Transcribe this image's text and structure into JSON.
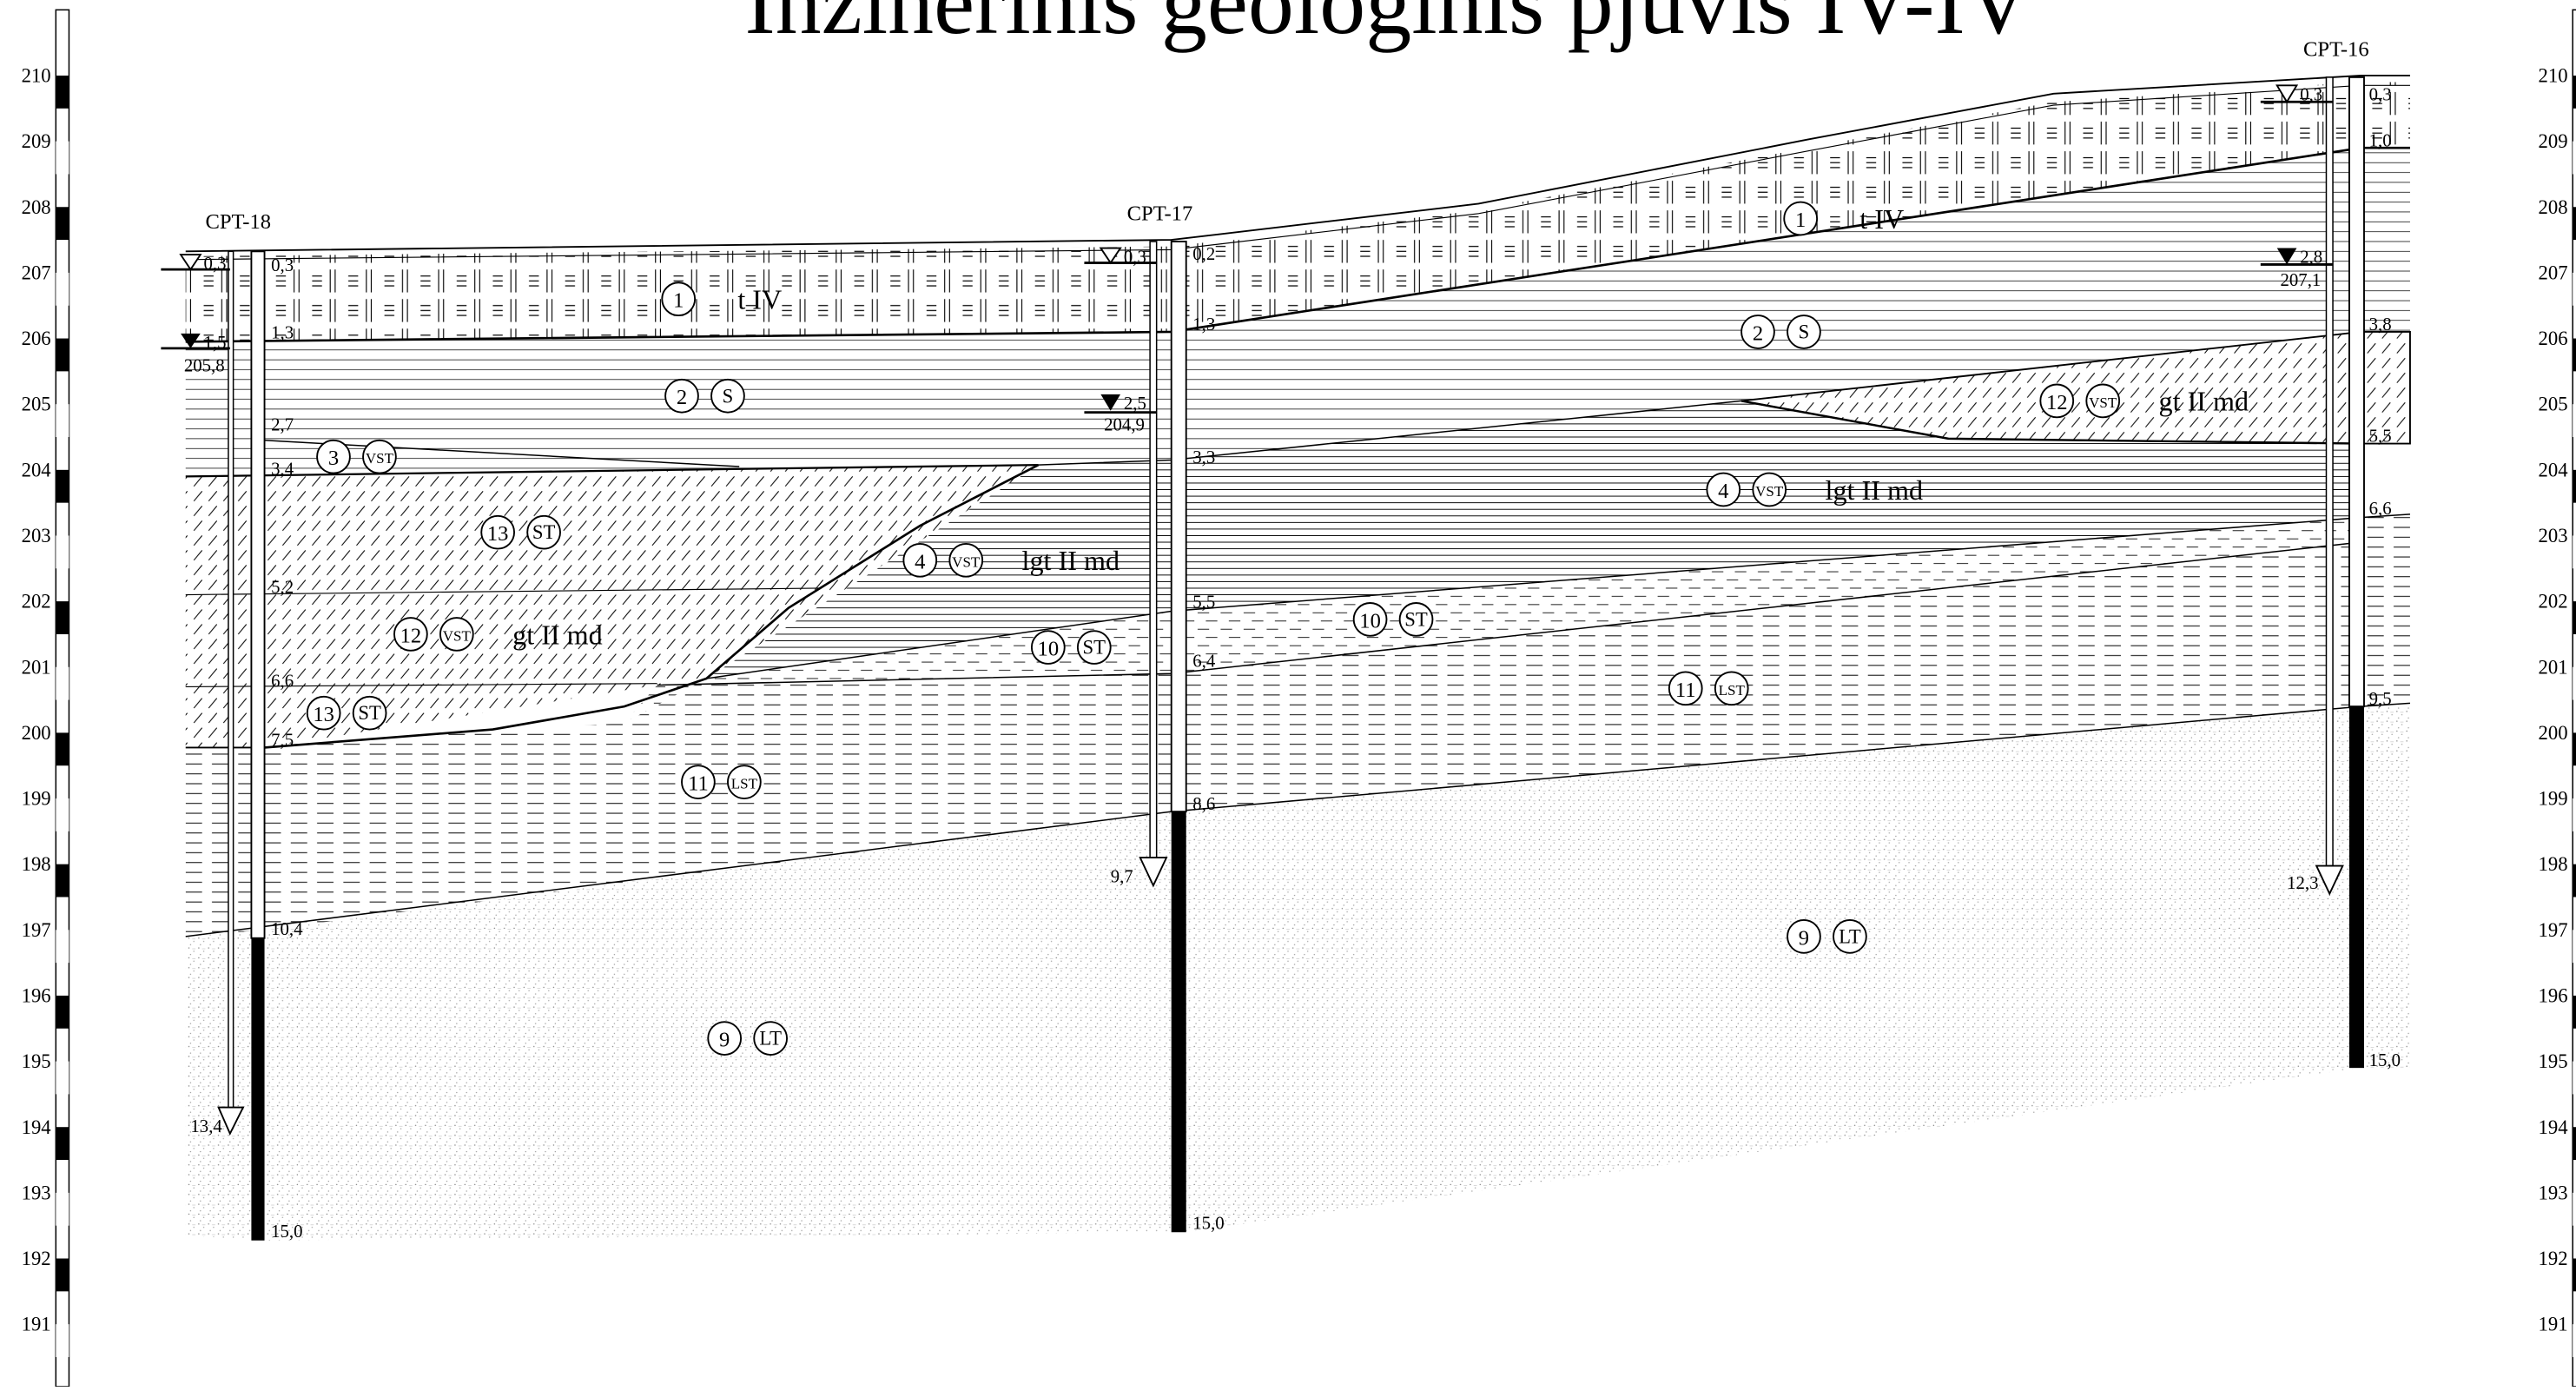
{
  "title": "Inžinerinis geologinis pjūvis IV-IV",
  "scale": {
    "left_labels": [
      "210",
      "209",
      "208",
      "207",
      "206",
      "205",
      "204",
      "203",
      "202",
      "201",
      "200",
      "199",
      "198",
      "197",
      "196",
      "195",
      "194",
      "193",
      "192",
      "191"
    ],
    "right_labels": [
      "210",
      "209",
      "208",
      "207",
      "206",
      "205",
      "204",
      "203",
      "202",
      "201",
      "200",
      "199",
      "198",
      "197",
      "196",
      "195",
      "194",
      "193",
      "192",
      "191"
    ]
  },
  "boreholes": [
    {
      "name": "CPT-18",
      "depths": [
        "0,3",
        "1,3",
        "2,7",
        "3,4",
        "5,2",
        "6,6",
        "7,5",
        "10,4",
        "15,0"
      ],
      "water": [
        {
          "depth": "0,3"
        },
        {
          "depth": "1,5",
          "level": "205,8"
        }
      ],
      "end": "13,4"
    },
    {
      "name": "CPT-17",
      "depths": [
        "0,2",
        "1,3",
        "3,3",
        "5,5",
        "6,4",
        "8,6",
        "15,0"
      ],
      "water": [
        {
          "depth": "0,3"
        },
        {
          "depth": "2,5",
          "level": "204,9"
        }
      ],
      "end": "9,7"
    },
    {
      "name": "CPT-16",
      "depths": [
        "0,3",
        "1,0",
        "3,8",
        "5,5",
        "6,6",
        "9,5",
        "15,0"
      ],
      "water": [
        {
          "depth": "0,3"
        },
        {
          "depth": "2,8",
          "level": "207,1"
        }
      ],
      "end": "12,3"
    }
  ],
  "layers": [
    {
      "num": "1",
      "code": "",
      "age": "t IV"
    },
    {
      "num": "1",
      "code": "",
      "age": "t IV"
    },
    {
      "num": "2",
      "code": "S",
      "age": ""
    },
    {
      "num": "2",
      "code": "S",
      "age": ""
    },
    {
      "num": "3",
      "code": "VST",
      "age": ""
    },
    {
      "num": "13",
      "code": "ST",
      "age": ""
    },
    {
      "num": "12",
      "code": "VST",
      "age": "gt II md"
    },
    {
      "num": "13",
      "code": "ST",
      "age": ""
    },
    {
      "num": "4",
      "code": "VST",
      "age": "lgt II md"
    },
    {
      "num": "10",
      "code": "ST",
      "age": ""
    },
    {
      "num": "11",
      "code": "LST",
      "age": ""
    },
    {
      "num": "9",
      "code": "LT",
      "age": ""
    },
    {
      "num": "4",
      "code": "VST",
      "age": "lgt II md"
    },
    {
      "num": "12",
      "code": "VST",
      "age": "gt II md"
    },
    {
      "num": "10",
      "code": "ST",
      "age": ""
    },
    {
      "num": "11",
      "code": "LST",
      "age": ""
    },
    {
      "num": "9",
      "code": "LT",
      "age": ""
    }
  ]
}
